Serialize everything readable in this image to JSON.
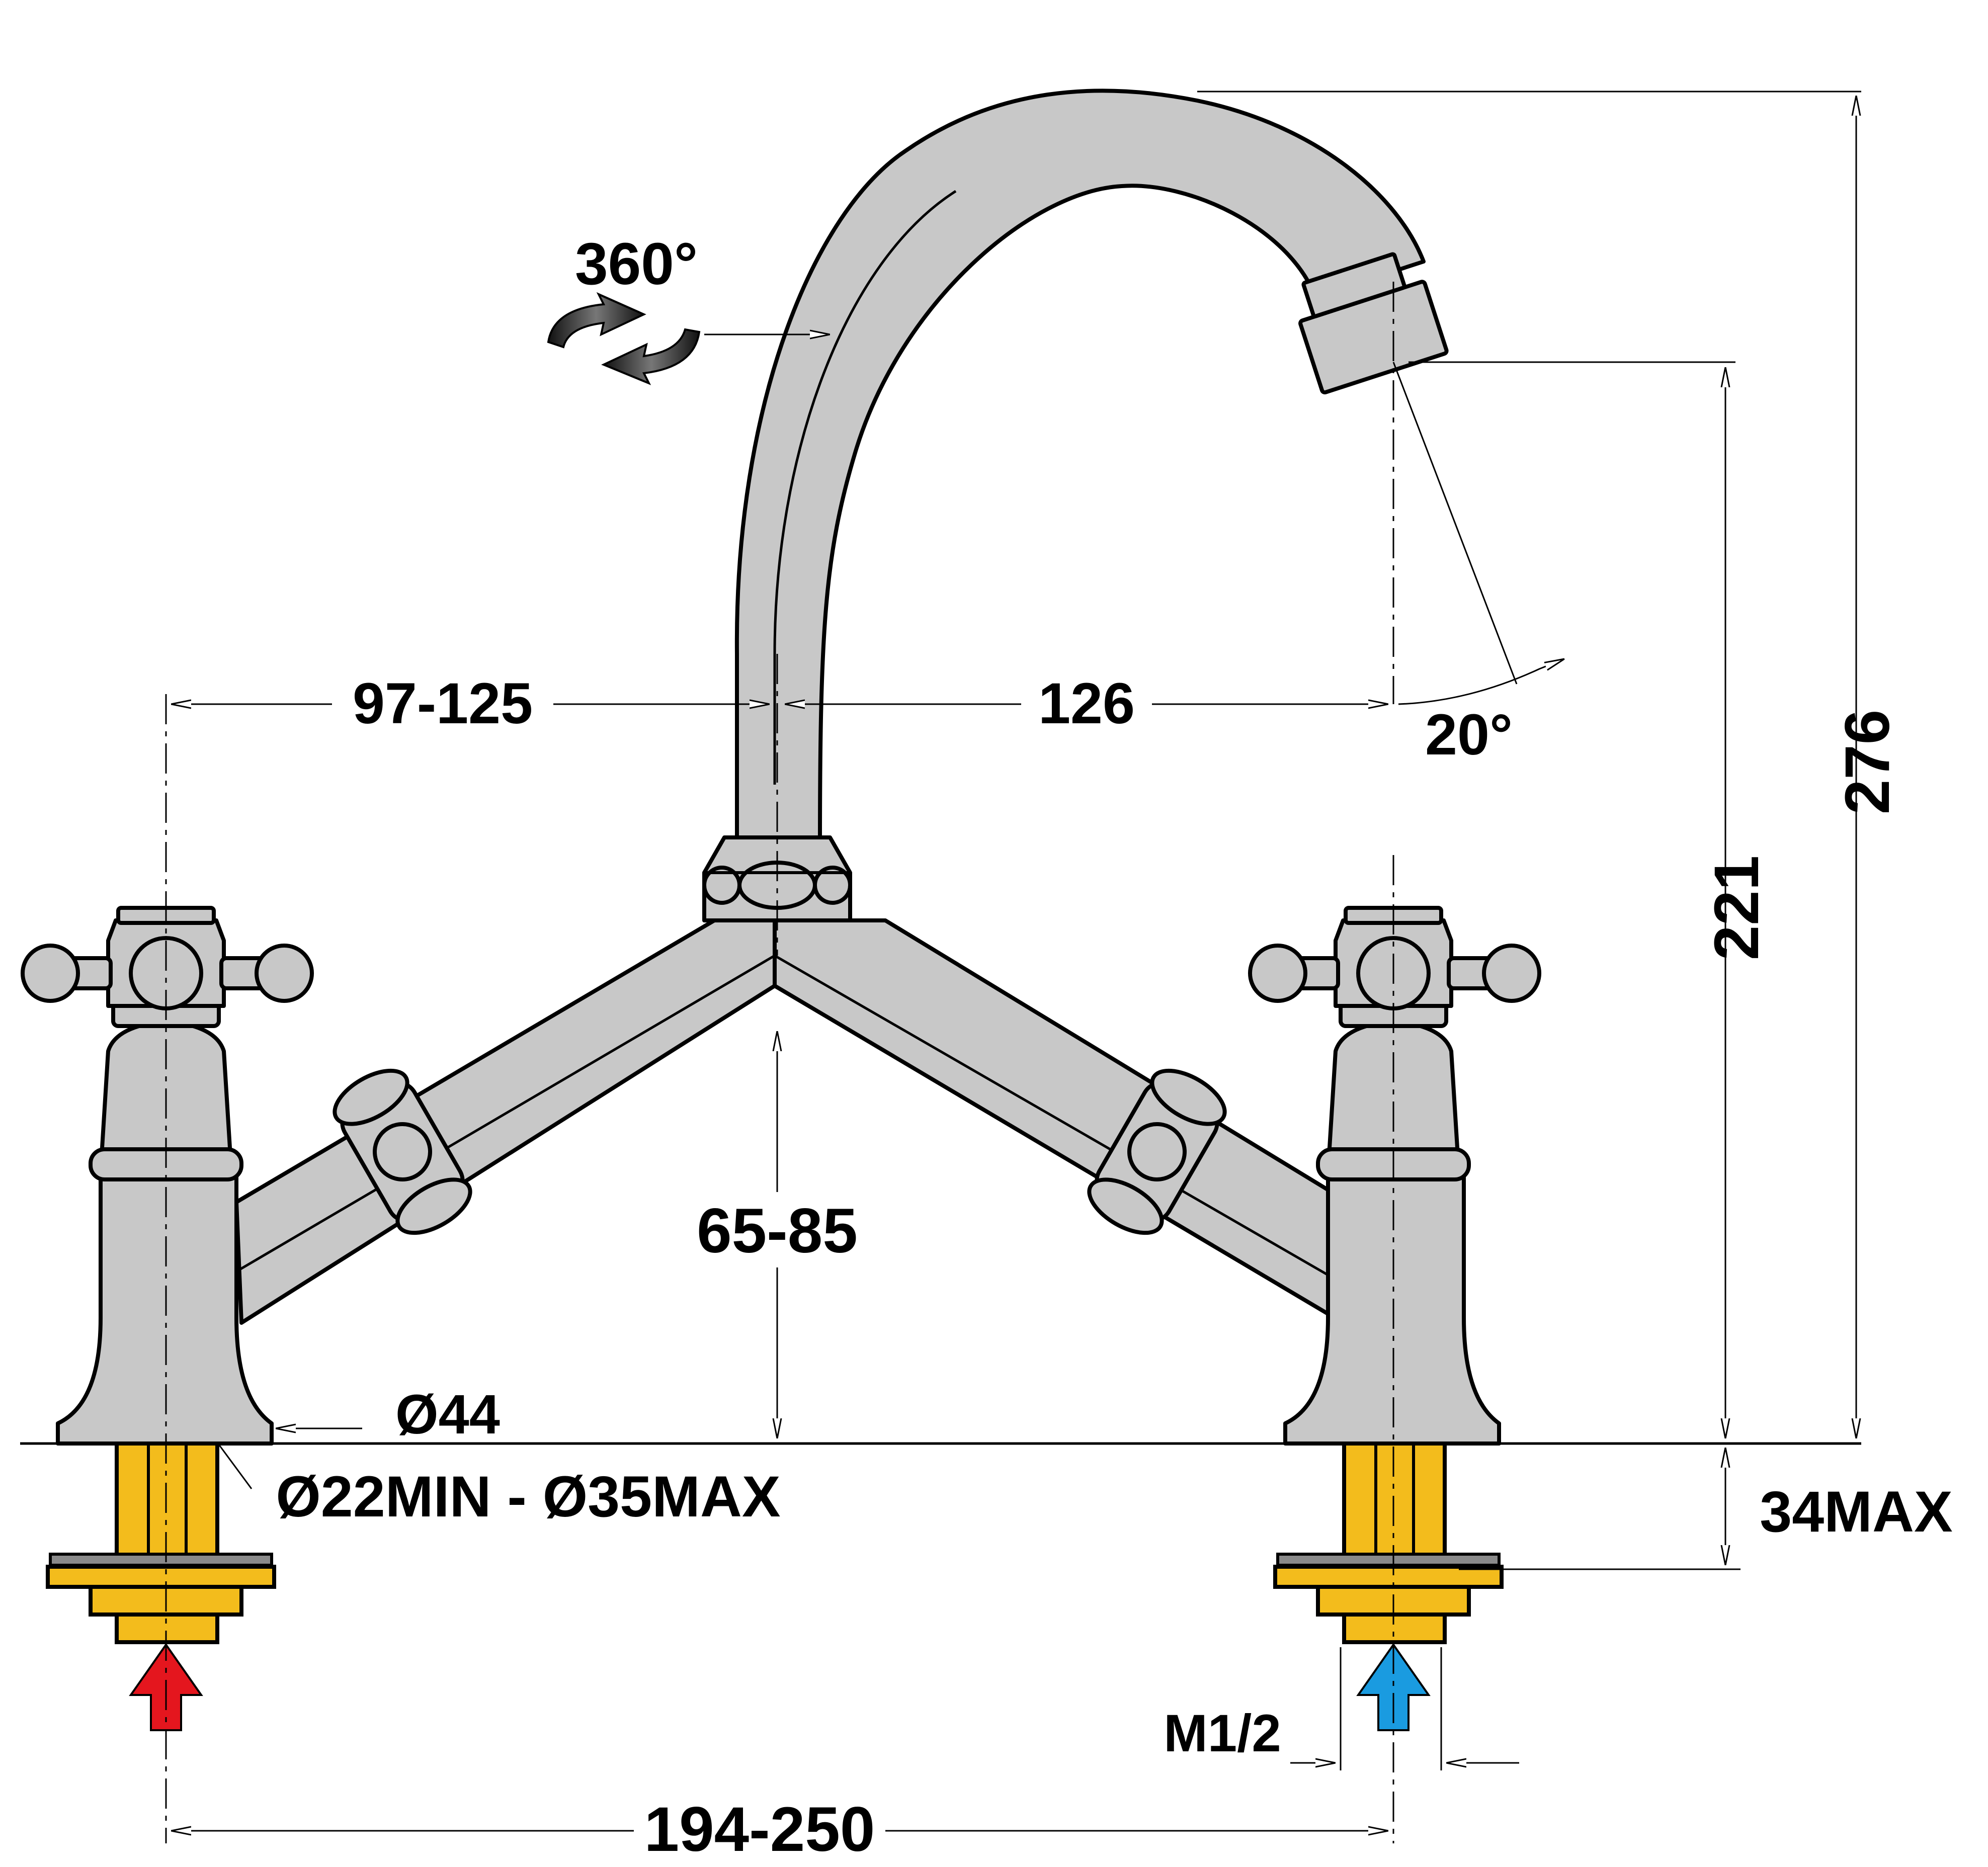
{
  "dimensions": {
    "rotation": "360°",
    "left_reach": "97-125",
    "spout_reach": "126",
    "spout_angle": "20°",
    "total_height": "276",
    "outlet_height": "221",
    "bridge_height": "65-85",
    "base_diameter": "Ø44",
    "hole_diameter": "Ø22MIN - Ø35MAX",
    "max_deck_thickness": "34MAX",
    "thread": "M1/2",
    "centres": "194-250"
  },
  "colors": {
    "chrome": "#c8c8c8",
    "brass_tail": "#f3bc1c",
    "hot_inlet_arrow": "#e4161e",
    "cold_inlet_arrow": "#1a9be0"
  },
  "icons": {
    "rotation": "rotate-arrows-icon",
    "hot": "hot-inlet-arrow",
    "cold": "cold-inlet-arrow"
  }
}
